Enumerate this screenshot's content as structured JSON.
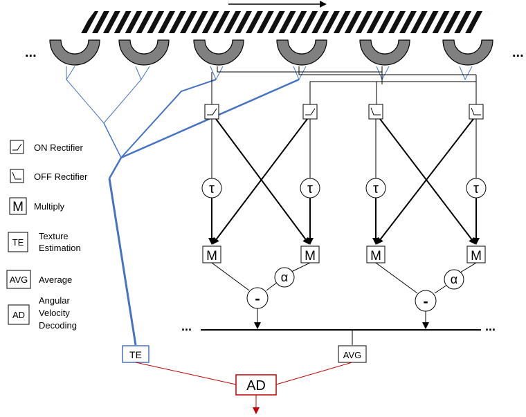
{
  "diagram": {
    "ellipsis": "...",
    "legend": [
      {
        "key": "on_rectifier",
        "symbol": "",
        "label": "ON Rectifier"
      },
      {
        "key": "off_rectifier",
        "symbol": "",
        "label": "OFF Rectifier"
      },
      {
        "key": "multiply",
        "symbol": "M",
        "label": "Multiply"
      },
      {
        "key": "texture_estimation",
        "symbol": "TE",
        "label": "Texture Estimation"
      },
      {
        "key": "average",
        "symbol": "AVG",
        "label": "Average"
      },
      {
        "key": "angular_velocity_decoding",
        "symbol": "AD",
        "label": "Angular Velocity Decoding"
      }
    ],
    "delay_symbol": "τ",
    "alpha_symbol": "α",
    "subtract_symbol": "-",
    "multiply_symbol": "M",
    "te_label": "TE",
    "avg_label": "AVG",
    "ad_label": "AD",
    "colors": {
      "black": "#000000",
      "blue": "#4472c4",
      "red": "#c00000",
      "receptor": "#808080"
    }
  }
}
